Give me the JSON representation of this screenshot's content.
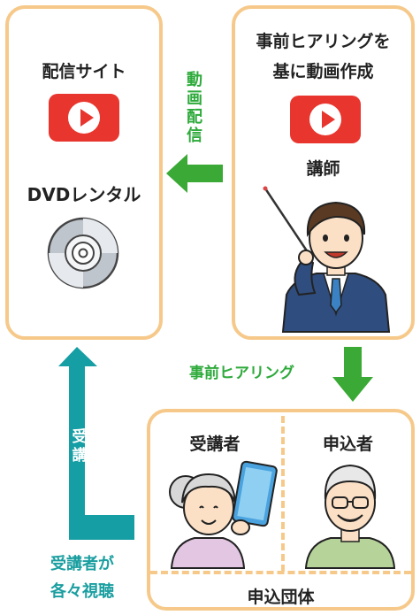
{
  "left_box": {
    "title": "配信サイト",
    "dvd_label": "DVDレンタル"
  },
  "right_box": {
    "title_line1": "事前ヒアリングを",
    "title_line2": "基に動画作成",
    "instructor_label": "講師"
  },
  "arrows": {
    "distribution": "動画配信",
    "hearing": "事前ヒアリング",
    "attend": "受講",
    "view_line1": "受講者が",
    "view_line2": "各々視聴"
  },
  "bottom_box": {
    "attendee": "受講者",
    "applicant": "申込者",
    "group": "申込団体"
  },
  "colors": {
    "box_border": "#f6c98a",
    "play_red": "#e8352e",
    "arrow_green": "#3aa935",
    "arrow_teal": "#159ea4",
    "text_green": "#2eaa3b",
    "text_teal": "#1a9ea0"
  }
}
